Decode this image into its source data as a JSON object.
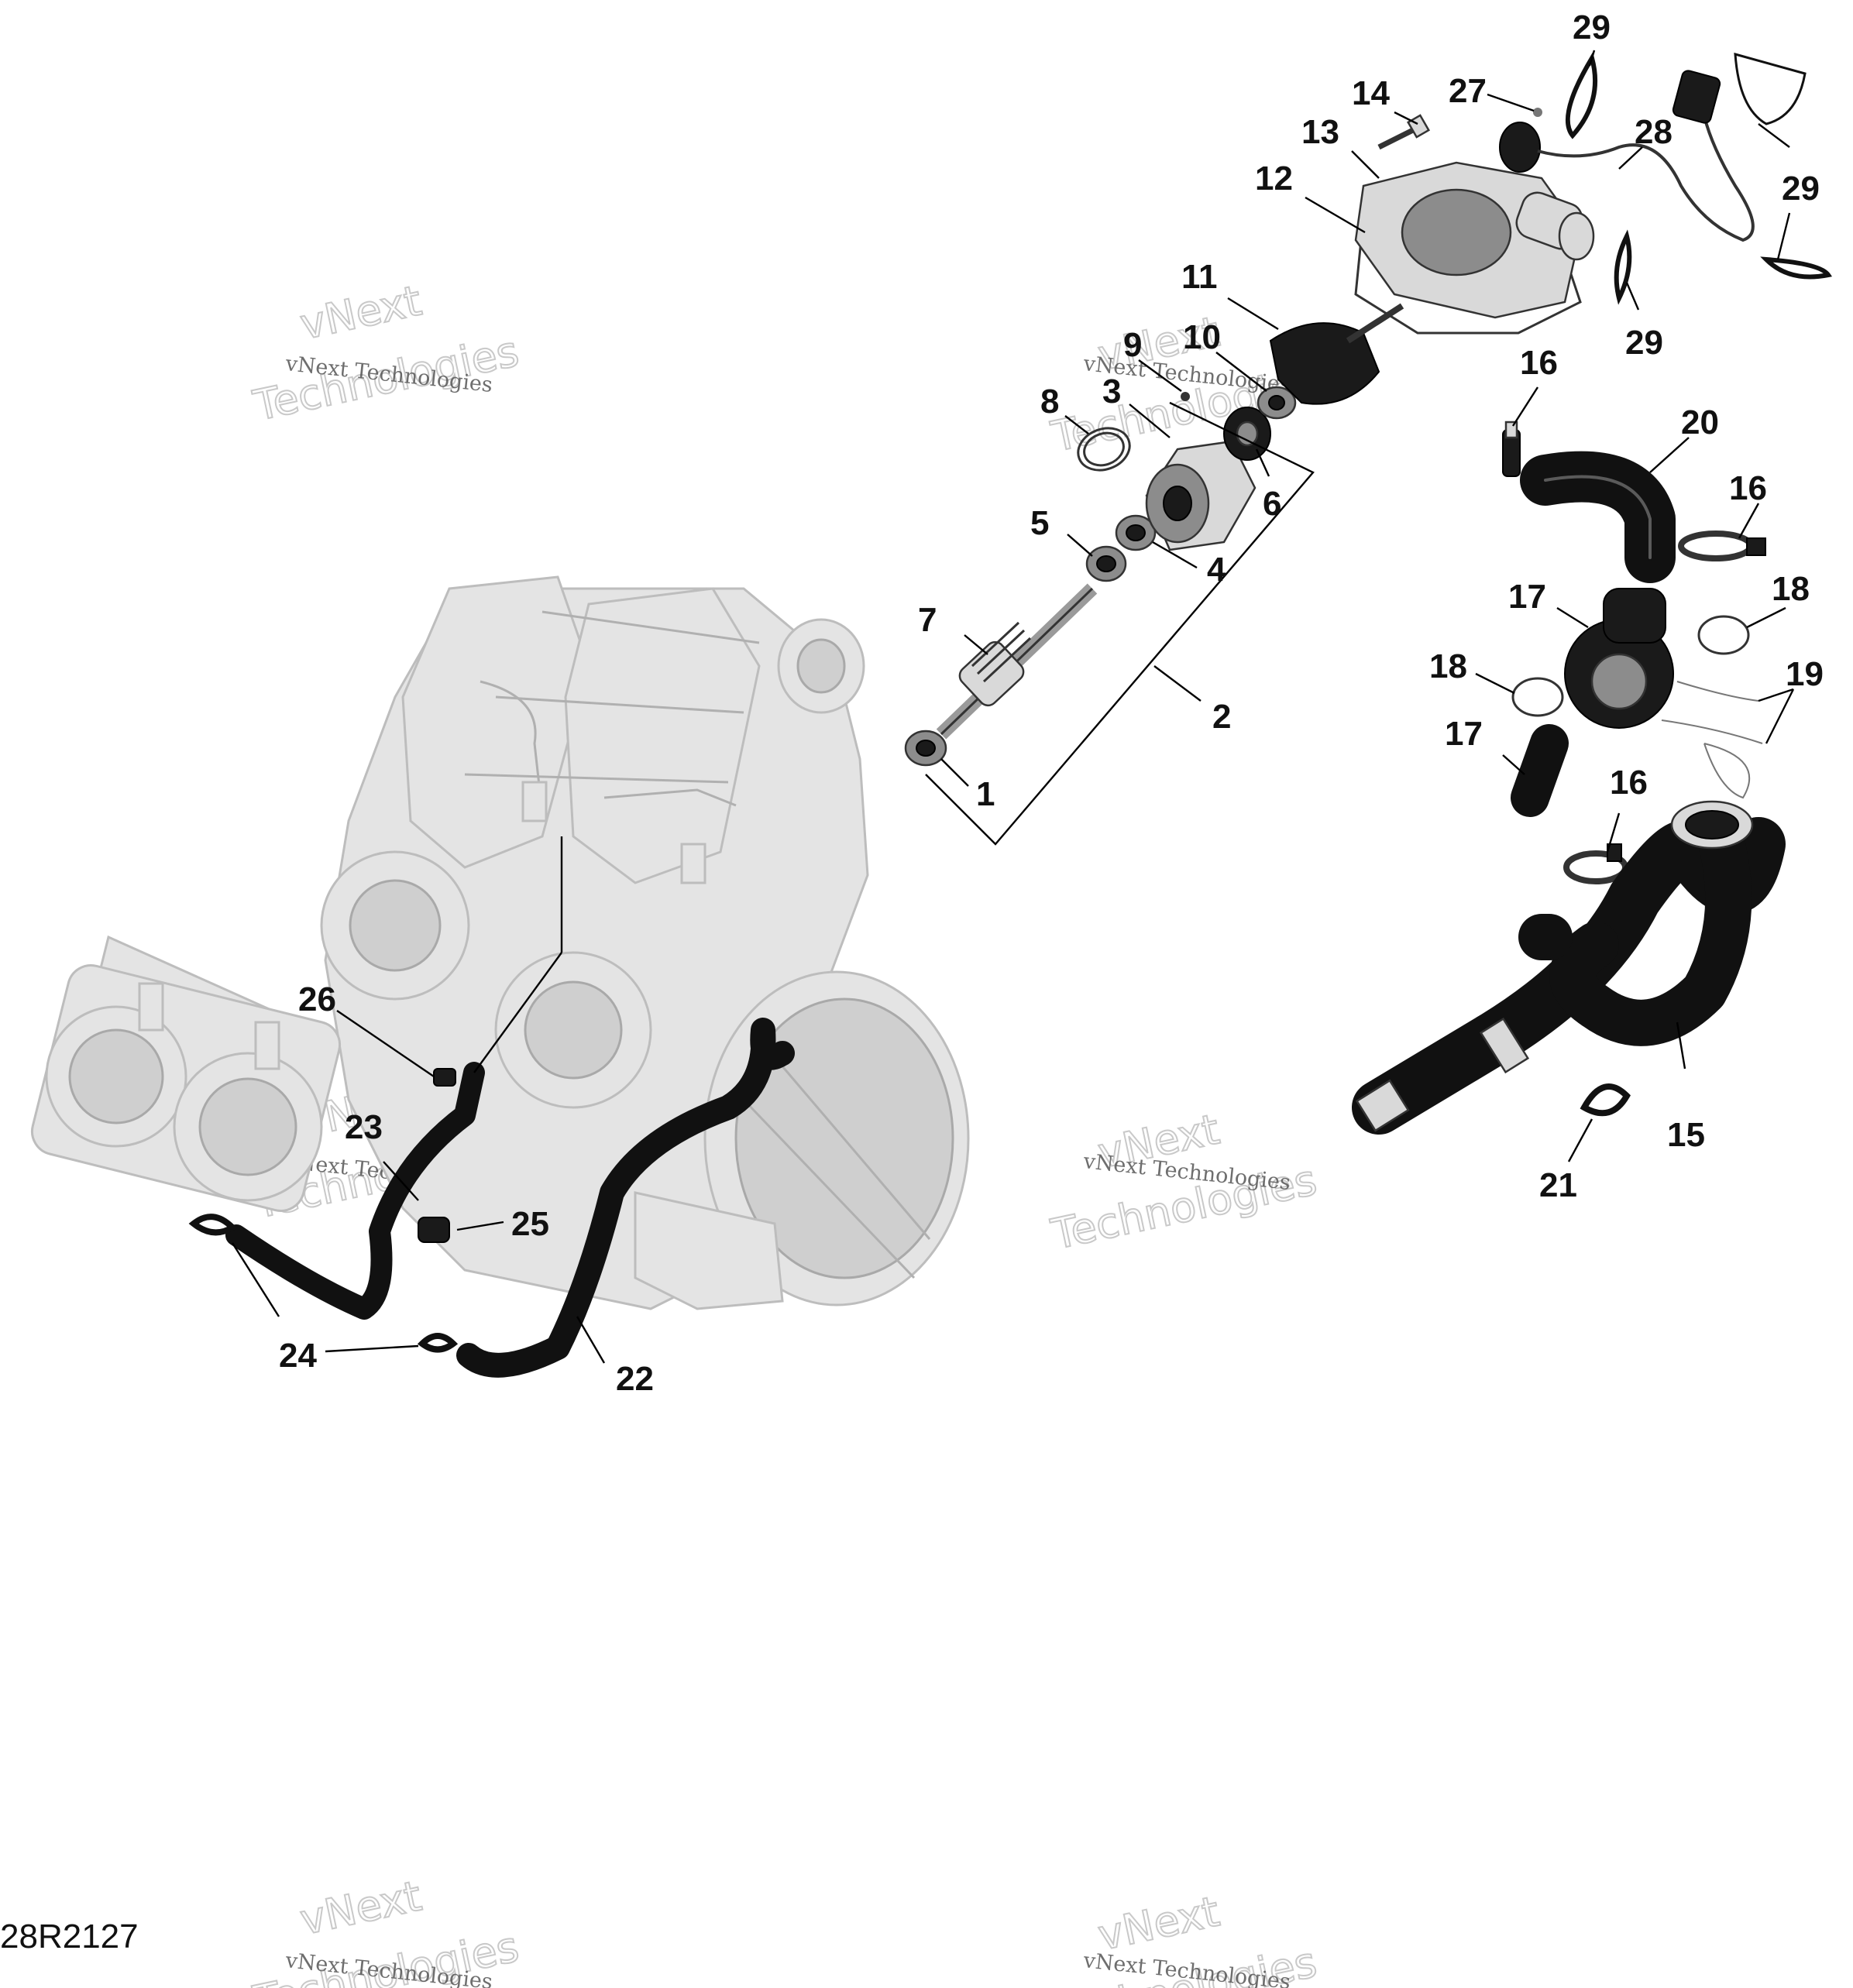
{
  "callouts": [
    {
      "id": "1",
      "label": "1"
    },
    {
      "id": "2",
      "label": "2"
    },
    {
      "id": "3",
      "label": "3"
    },
    {
      "id": "4",
      "label": "4"
    },
    {
      "id": "5",
      "label": "5"
    },
    {
      "id": "6",
      "label": "6"
    },
    {
      "id": "7",
      "label": "7"
    },
    {
      "id": "8",
      "label": "8"
    },
    {
      "id": "9",
      "label": "9"
    },
    {
      "id": "10",
      "label": "10"
    },
    {
      "id": "11",
      "label": "11"
    },
    {
      "id": "12",
      "label": "12"
    },
    {
      "id": "13",
      "label": "13"
    },
    {
      "id": "14",
      "label": "14"
    },
    {
      "id": "15",
      "label": "15"
    },
    {
      "id": "16a",
      "label": "16"
    },
    {
      "id": "16b",
      "label": "16"
    },
    {
      "id": "16c",
      "label": "16"
    },
    {
      "id": "17a",
      "label": "17"
    },
    {
      "id": "17b",
      "label": "17"
    },
    {
      "id": "18a",
      "label": "18"
    },
    {
      "id": "18b",
      "label": "18"
    },
    {
      "id": "19",
      "label": "19"
    },
    {
      "id": "20",
      "label": "20"
    },
    {
      "id": "21",
      "label": "21"
    },
    {
      "id": "22",
      "label": "22"
    },
    {
      "id": "23",
      "label": "23"
    },
    {
      "id": "24",
      "label": "24"
    },
    {
      "id": "25",
      "label": "25"
    },
    {
      "id": "26",
      "label": "26"
    },
    {
      "id": "27",
      "label": "27"
    },
    {
      "id": "28",
      "label": "28"
    },
    {
      "id": "29a",
      "label": "29"
    },
    {
      "id": "29b",
      "label": "29"
    },
    {
      "id": "29c",
      "label": "29"
    }
  ],
  "watermark": {
    "brand": "vNext",
    "company": "vNext Technologies",
    "word": "Technologies"
  },
  "drawing_code": "28R2127"
}
